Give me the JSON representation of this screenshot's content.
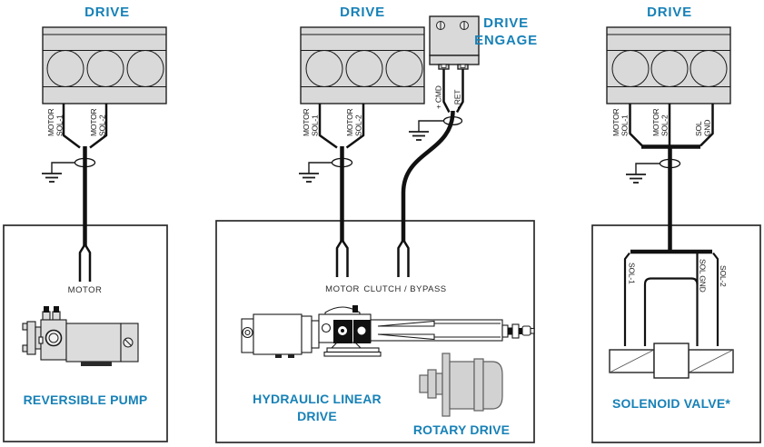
{
  "colors": {
    "accent": "#1781b7",
    "connector_fill": "#d9d9d9",
    "line_black": "#111111"
  },
  "left": {
    "title": "DRIVE",
    "pin1": {
      "w1": "MOTOR",
      "w2": "SOL-1"
    },
    "pin2": {
      "w1": "MOTOR",
      "w2": "SOL-2"
    },
    "wire_label": "MOTOR",
    "device": "REVERSIBLE PUMP"
  },
  "middle": {
    "title": "DRIVE",
    "engage_title1": "DRIVE",
    "engage_title2": "ENGAGE",
    "pin1": {
      "w1": "MOTOR",
      "w2": "SOL-1"
    },
    "pin2": {
      "w1": "MOTOR",
      "w2": "SOL-2"
    },
    "engage_pin1": "+ CMD",
    "engage_pin2": "- RET",
    "wire1_label": "MOTOR",
    "wire2_label": "CLUTCH / BYPASS",
    "device1_line1": "HYDRAULIC LINEAR",
    "device1_line2": "DRIVE",
    "device2": "ROTARY DRIVE"
  },
  "right": {
    "title": "DRIVE",
    "pin1": {
      "w1": "MOTOR",
      "w2": "SOL-1"
    },
    "pin2": {
      "w1": "MOTOR",
      "w2": "SOL-2"
    },
    "pin3": {
      "w1": "SOL",
      "w2": "GND"
    },
    "branch1": "SOL-1",
    "branch2": "SOL GND",
    "branch3": "SOL-2",
    "device": "SOLENOID VALVE*"
  }
}
